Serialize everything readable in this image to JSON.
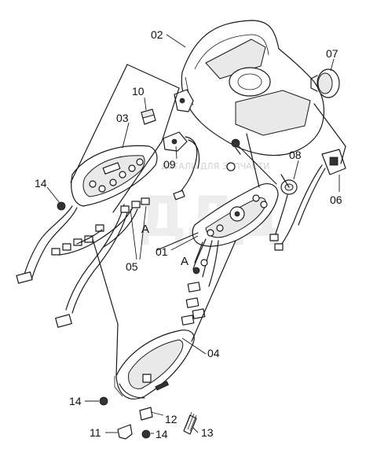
{
  "labels": {
    "p01": "01",
    "p02": "02",
    "p03": "03",
    "p04": "04",
    "p05": "05",
    "p06": "06",
    "p07": "07",
    "p08": "08",
    "p09": "09",
    "p10": "10",
    "p11": "11",
    "p12": "12",
    "p13": "13",
    "p14a": "14",
    "p14b": "14",
    "p14c": "14",
    "ref_a1": "A",
    "ref_a2": "A"
  },
  "watermark": {
    "brand": "ДЛД",
    "tagline": "ДЕТАЛИ ДЛЯ ЗАПЧАСТИ"
  }
}
